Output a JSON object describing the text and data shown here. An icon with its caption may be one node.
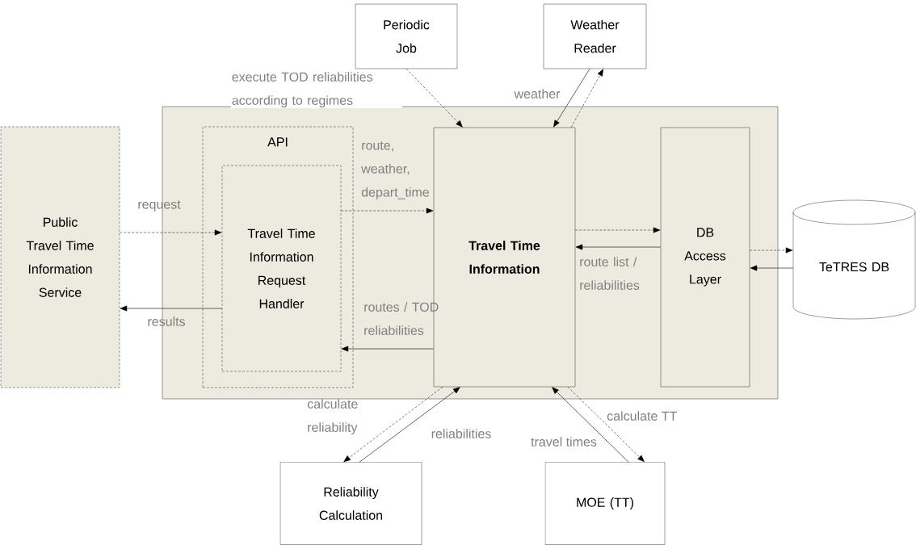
{
  "diagram": {
    "nodes": [
      {
        "text": [
          "Periodic Job"
        ]
      },
      {
        "text": [
          "Weather Reader"
        ]
      },
      {
        "text": [
          "Public Travel Time Information Service"
        ]
      },
      {
        "text": [],
        "shape": "box"
      },
      {
        "text": [
          "API"
        ],
        "in": 3
      },
      {
        "text": [
          "Travel Time Information Request Handler"
        ],
        "in": 4
      },
      {
        "text": [
          "Travel Time Information"
        ],
        "in": 3
      },
      {
        "text": [
          "DB Access Layer"
        ],
        "in": 3
      },
      {
        "text": [
          "TeTRES DB"
        ]
      },
      {
        "text": [
          "Reliability Calculation"
        ]
      },
      {
        "text": [
          "MOE (TT)"
        ]
      }
    ],
    "edges": [
      {
        "from": 0,
        "to": 6,
        "arrow": "to",
        "style": "dashed",
        "label": "execute TOD reliabilities according to regimes"
      },
      {
        "from": 1,
        "to": 6,
        "arrow": "to",
        "label": "weather"
      },
      {
        "from": 6,
        "to": 1,
        "arrow": "to",
        "style": "dashed"
      },
      {
        "from": 2,
        "to": 5,
        "arrow": "to",
        "style": "dashed",
        "label": "request"
      },
      {
        "from": 5,
        "to": 2,
        "arrow": "to",
        "label": "results"
      },
      {
        "from": 5,
        "to": 6,
        "arrow": "to",
        "style": "dashed",
        "label": "route, weather, depart_time"
      },
      {
        "from": 6,
        "to": 5,
        "arrow": "to",
        "label": "routes / TOD reliabilities"
      },
      {
        "from": 6,
        "to": 7,
        "arrow": "to",
        "style": "dashed"
      },
      {
        "from": 7,
        "to": 6,
        "arrow": "to",
        "label": "route list / reliabilities"
      },
      {
        "from": 7,
        "to": 8,
        "arrow": "to",
        "style": "dashed"
      },
      {
        "from": 8,
        "to": 7,
        "arrow": "to"
      },
      {
        "from": 6,
        "to": 9,
        "arrow": "to",
        "style": "dashed",
        "label": "calculate reliability"
      },
      {
        "from": 9,
        "to": 6,
        "arrow": "to",
        "label": "reliabilities"
      },
      {
        "from": 10,
        "to": 6,
        "arrow": "to",
        "label": "travel times"
      },
      {
        "from": 6,
        "to": 10,
        "arrow": "to",
        "style": "dashed",
        "label": "calculate TT"
      }
    ]
  }
}
